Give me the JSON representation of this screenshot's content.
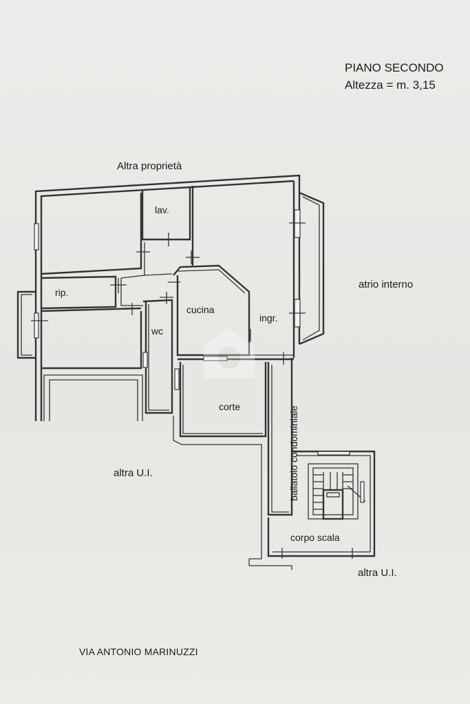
{
  "header": {
    "floor": "PIANO SECONDO",
    "height": "Altezza = m. 3,15"
  },
  "labels": {
    "top_neighbor": "Altra proprietà",
    "atrium": "atrio interno",
    "other_unit_left": "altra U.I.",
    "other_unit_right": "altra U.I.",
    "street": "VIA ANTONIO MARINUZZI"
  },
  "rooms": {
    "laundry": "lav.",
    "storage": "rip.",
    "wc": "wc",
    "kitchen": "cucina",
    "entrance": "ingr.",
    "courtyard": "corte",
    "balcony": "ballatoio condominiale",
    "stairwell": "corpo scala"
  }
}
